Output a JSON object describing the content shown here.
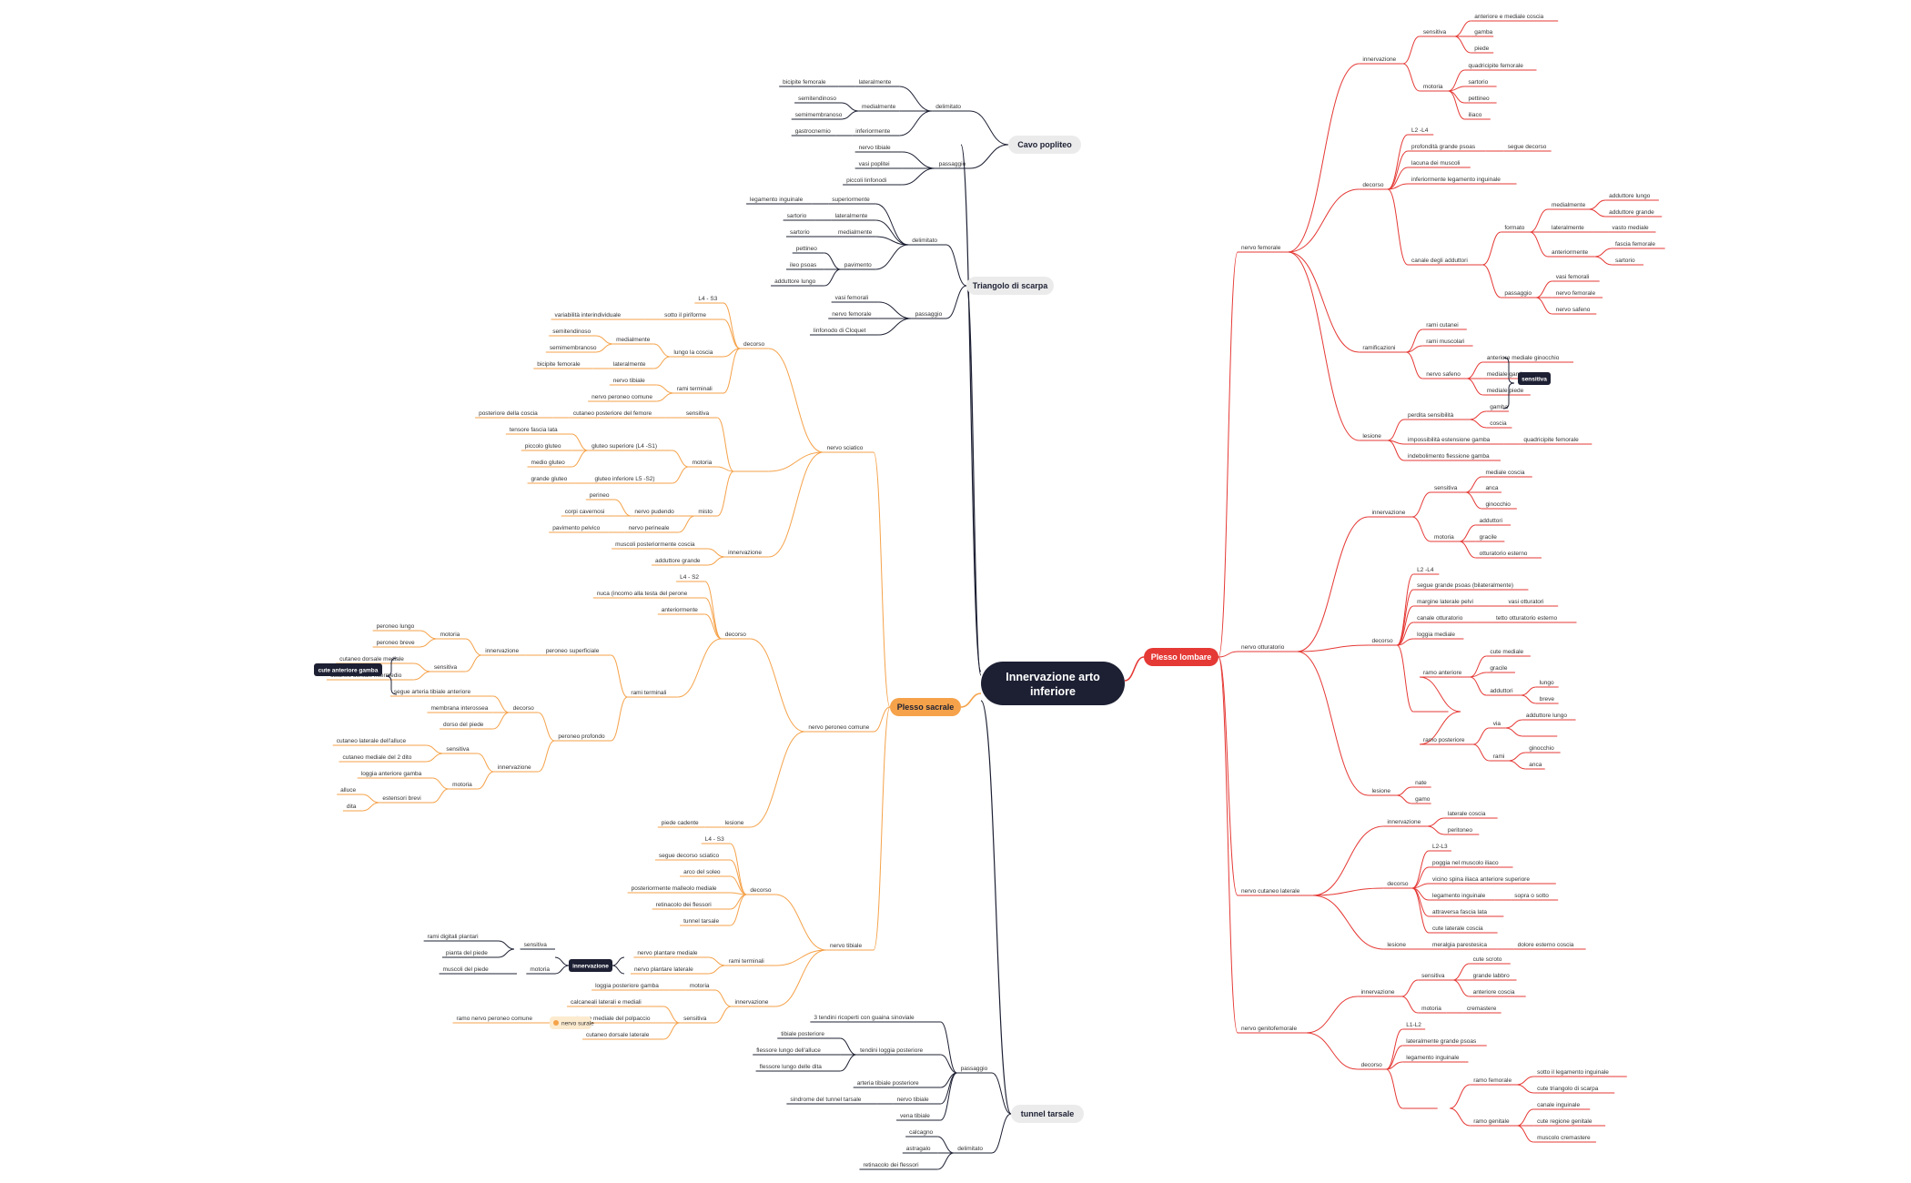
{
  "title_line1": "Innervazione arto",
  "title_line2": "inferiore",
  "colors": {
    "navy": "#1d2033",
    "red": "#e53935",
    "orange": "#f5a24a",
    "gray_pill": "#ebebeb"
  },
  "cats": {
    "lombare": "Plesso lombare",
    "sacrale": "Plesso sacrale",
    "cavo": "Cavo popliteo",
    "triangolo": "Triangolo di scarpa",
    "tunnel": "tunnel tarsale"
  },
  "badges": {
    "sensitivo": "sensitiva",
    "cute": "cute anteriore gamba",
    "innervazione": "innervazione",
    "nervo_surale": "nervo surale"
  },
  "text": {
    "n_femorale": "nervo femorale",
    "innervazione": "innervazione",
    "sensitiva": "sensitiva",
    "ant_med_coscia": "anteriore e mediale coscia",
    "gamba": "gamba",
    "piede": "piede",
    "motoria": "motoria",
    "quadricipite": "quadricipite femorale",
    "sartorio": "sartorio",
    "pettineo": "pettineo",
    "iliaco": "iliaco",
    "decorso": "decorso",
    "l2l4": "L2 -L4",
    "prof_grande_psoas": "profondità grande psoas",
    "segue_decorso": "segue decorso",
    "lacuna": "lacuna dei muscoli",
    "inferiormente_lig": "inferiormente legamento inguinale",
    "canale_adduttori": "canale degli adduttori",
    "formato": "formato",
    "medialmente": "medialmente",
    "adduttore_lungo": "adduttore lungo",
    "adduttore_grande": "adduttore grande",
    "lateralmente": "lateralmente",
    "vasto_mediale": "vasto mediale",
    "anteriormente": "anteriormente",
    "fascia_femorale": "fascia femorale",
    "passaggio": "passaggio",
    "vasi_femorali": "vasi femorali",
    "nervo_femorale": "nervo femorale",
    "nervo_safeno": "nervo safeno",
    "ramificazioni": "ramificazioni",
    "rami_cutanei": "rami cutanei",
    "rami_muscolari": "rami muscolari",
    "anter_med_ginocchio": "anteriore mediale ginocchio",
    "mediale_gamba": "mediale gamba",
    "mediale_piede": "mediale piede",
    "lesione": "lesione",
    "perdita_sensibilita": "perdita sensibilità",
    "coscia": "coscia",
    "impossibilita_est": "impossibilità estensione gamba",
    "indebolimento_fless": "indebolimento flessione gamba",
    "n_otturatorio": "nervo otturatorio",
    "mediale_coscia": "mediale coscia",
    "anca": "anca",
    "ginocchio": "ginocchio",
    "adduttori": "adduttori",
    "gracile": "gracile",
    "otturatorio_esterno": "otturatorio esterno",
    "segue_grande_psoas": "segue grande psoas (bilateralmente)",
    "margine_lat_pelvi": "margine laterale pelvi",
    "vasi_otturatori": "vasi otturatori",
    "canale_otturatorio": "canale otturatorio",
    "tetto_otturatorio": "tetto otturatorio esterno",
    "loggia_mediale": "loggia mediale",
    "ramo_anteriore": "ramo anteriore",
    "cute_mediale": "cute mediale",
    "lungo": "lungo",
    "breve": "breve",
    "ramo_posteriore": "ramo posteriore",
    "via": "via",
    "rami": "rami",
    "nate": "nate",
    "gamo": "gamo",
    "n_cut_lat": "nervo cutaneo laterale",
    "laterale_coscia": "laterale coscia",
    "peritoneo": "peritoneo",
    "l2l3": "L2-L3",
    "poggia_iliaco": "poggia nel muscolo iliaco",
    "vicino_spina": "vicino spina iliaca anteriore superiore",
    "legamento_inguinale": "legamento inguinale",
    "sopra_sotto": "sopra o sotto",
    "attraversa_fascia_lata": "attraversa fascia lata",
    "cute_lat_coscia": "cute laterale coscia",
    "meralgia": "meralgia parestesica",
    "dolore_esterno": "dolore esterno coscia",
    "n_genitofemorale": "nervo genitofemorale",
    "cute_scroto": "cute scroto",
    "grande_labbro": "grande labbro",
    "anteriore_coscia": "anteriore coscia",
    "cremastere": "cremastere",
    "l1l2": "L1-L2",
    "lateralmente_gp": "lateralmente grande psoas",
    "ramo_femorale": "ramo femorale",
    "sotto_lig": "sotto il legamento inguinale",
    "cute_triangolo": "cute triangolo di scarpa",
    "ramo_genitale": "ramo genitale",
    "canale_inguinale": "canale inguinale",
    "cute_reg_genitale": "cute regione genitale",
    "muscolo_cremastere": "muscolo cremastere",
    "delimitato": "delimitato",
    "bicipite_femorale": "bicipite femorale",
    "semitendinoso": "semitendinoso",
    "semimembranoso": "semimembranoso",
    "gastrocnemio": "gastrocnemio",
    "inferiormente": "inferiormente",
    "nervo_tibiale": "nervo tibiale",
    "vasi_poplitei": "vasi poplitei",
    "piccolo_linfonodi": "piccoli linfonodi",
    "superiormente": "superiormente",
    "lateralmente2": "lateralmente",
    "pavimento": "pavimento",
    "ileo_psoas": "ileo psoas",
    "linfonodo_cloquet": "linfonodo di Cloquet",
    "n_sciatico": "nervo sciatico",
    "l4s3": "L4 - S3",
    "sotto_piriforme": "sotto il piriforme",
    "variabilita": "variabilità interindividuale",
    "lungo_coscia": "lungo la coscia",
    "rami_terminali": "rami terminali",
    "nervo_peroneo_comune": "nervo peroneo comune",
    "cut_post_femore": "cutaneo posteriore del femore",
    "posteriore_coscia": "posteriore della coscia",
    "tensore_fascia": "tensore fascia lata",
    "gluteo_superiore": "gluteo superiore (L4 -S1)",
    "piccolo_gluteo": "piccolo gluteo",
    "medio_gluteo": "medio gluteo",
    "grande_gluteo": "grande gluteo",
    "gluteo_inferiore": "gluteo inferiore L5 -S2)",
    "misto": "misto",
    "perineo": "perineo",
    "corpi_cavernosi": "corpi cavernosi",
    "nervo_pudendo": "nervo pudendo",
    "pavimento_pelvico": "pavimento pelvico",
    "nervo_perineale": "nervo perineale",
    "muscoli_post_coscia": "muscoli posteriormente coscia",
    "l4s2": "L4 - S2",
    "nuca_pmt": "nuca (incomo alla testa del perone",
    "anteriormente2": "anteriormente",
    "peroneo_lungo": "peroneo lungo",
    "peroneo_breve": "peroneo breve",
    "cut_dorsale_mediale": "cutaneo dorsale mediale",
    "cut_dorsale_intermedio": "cutaneo dorsale intermedio",
    "peroneo_superficiale": "peroneo superficiale",
    "segue_arteria": "segue arteria tibiale anteriore",
    "membrana_interossea": "membrana interossea",
    "dorso_piede": "dorso del piede",
    "peroneo_profondo": "peroneo profondo",
    "cut_lat_alluce": "cutaneo laterale dell'alluce",
    "cut_med_dito": "cutaneo mediale del 2 dito",
    "loggia_anteriore": "loggia anteriore gamba",
    "estensori_brevi": "estensori brevi",
    "alluce": "alluce",
    "dita": "dita",
    "piede_cadente": "piede cadente",
    "n_tibiale": "nervo tibiale",
    "segue_decorso_sciatico": "segue decorso sciatico",
    "arco_soleo": "arco del soleo",
    "posteriormente_malleolo": "posteriormente malleolo mediale",
    "retinacolo_flessori": "retinacolo dei flessori",
    "tunnel_tarsale": "tunnel tarsale",
    "nervo_plantare_mediale": "nervo plantare mediale",
    "nervo_plantare_laterale": "nervo plantare laterale",
    "rami_digitali": "rami digitali plantari",
    "pianta_piede": "pianta del piede",
    "muscoli_piede": "muscoli del piede",
    "loggia_posteriore": "loggia posteriore gamba",
    "calcaneali": "calcaneali laterali e mediali",
    "cut_mediale_polpaccio": "cutaneo mediale del polpaccio",
    "cut_dorsale_laterale": "cutaneo dorsale laterale",
    "ramo_peroneo_comune": "ramo nervo peroneo comune",
    "tendini_guaina": "3 tendini ricoperti con guaina sinoviale",
    "tibiale_posteriore": "tibiale posteriore",
    "flessore_lungo_alluce": "flessore lungo dell'alluce",
    "flessore_lungo_dita": "flessore lungo delle dita",
    "tendini_loggia": "tendini loggia posteriore",
    "arteria_tibiale_post": "arteria tibiale posteriore",
    "sindrome_tunnel": "sindrome del tunnel tarsale",
    "vena_tibiale": "vena tibiale",
    "calcagno": "calcagno",
    "astragalo": "astragalo",
    "retinacolo_dei_flessori": "retinacolo dei flessori",
    "sensitiva2": "sensitiva",
    "lesione2": "lesione"
  }
}
